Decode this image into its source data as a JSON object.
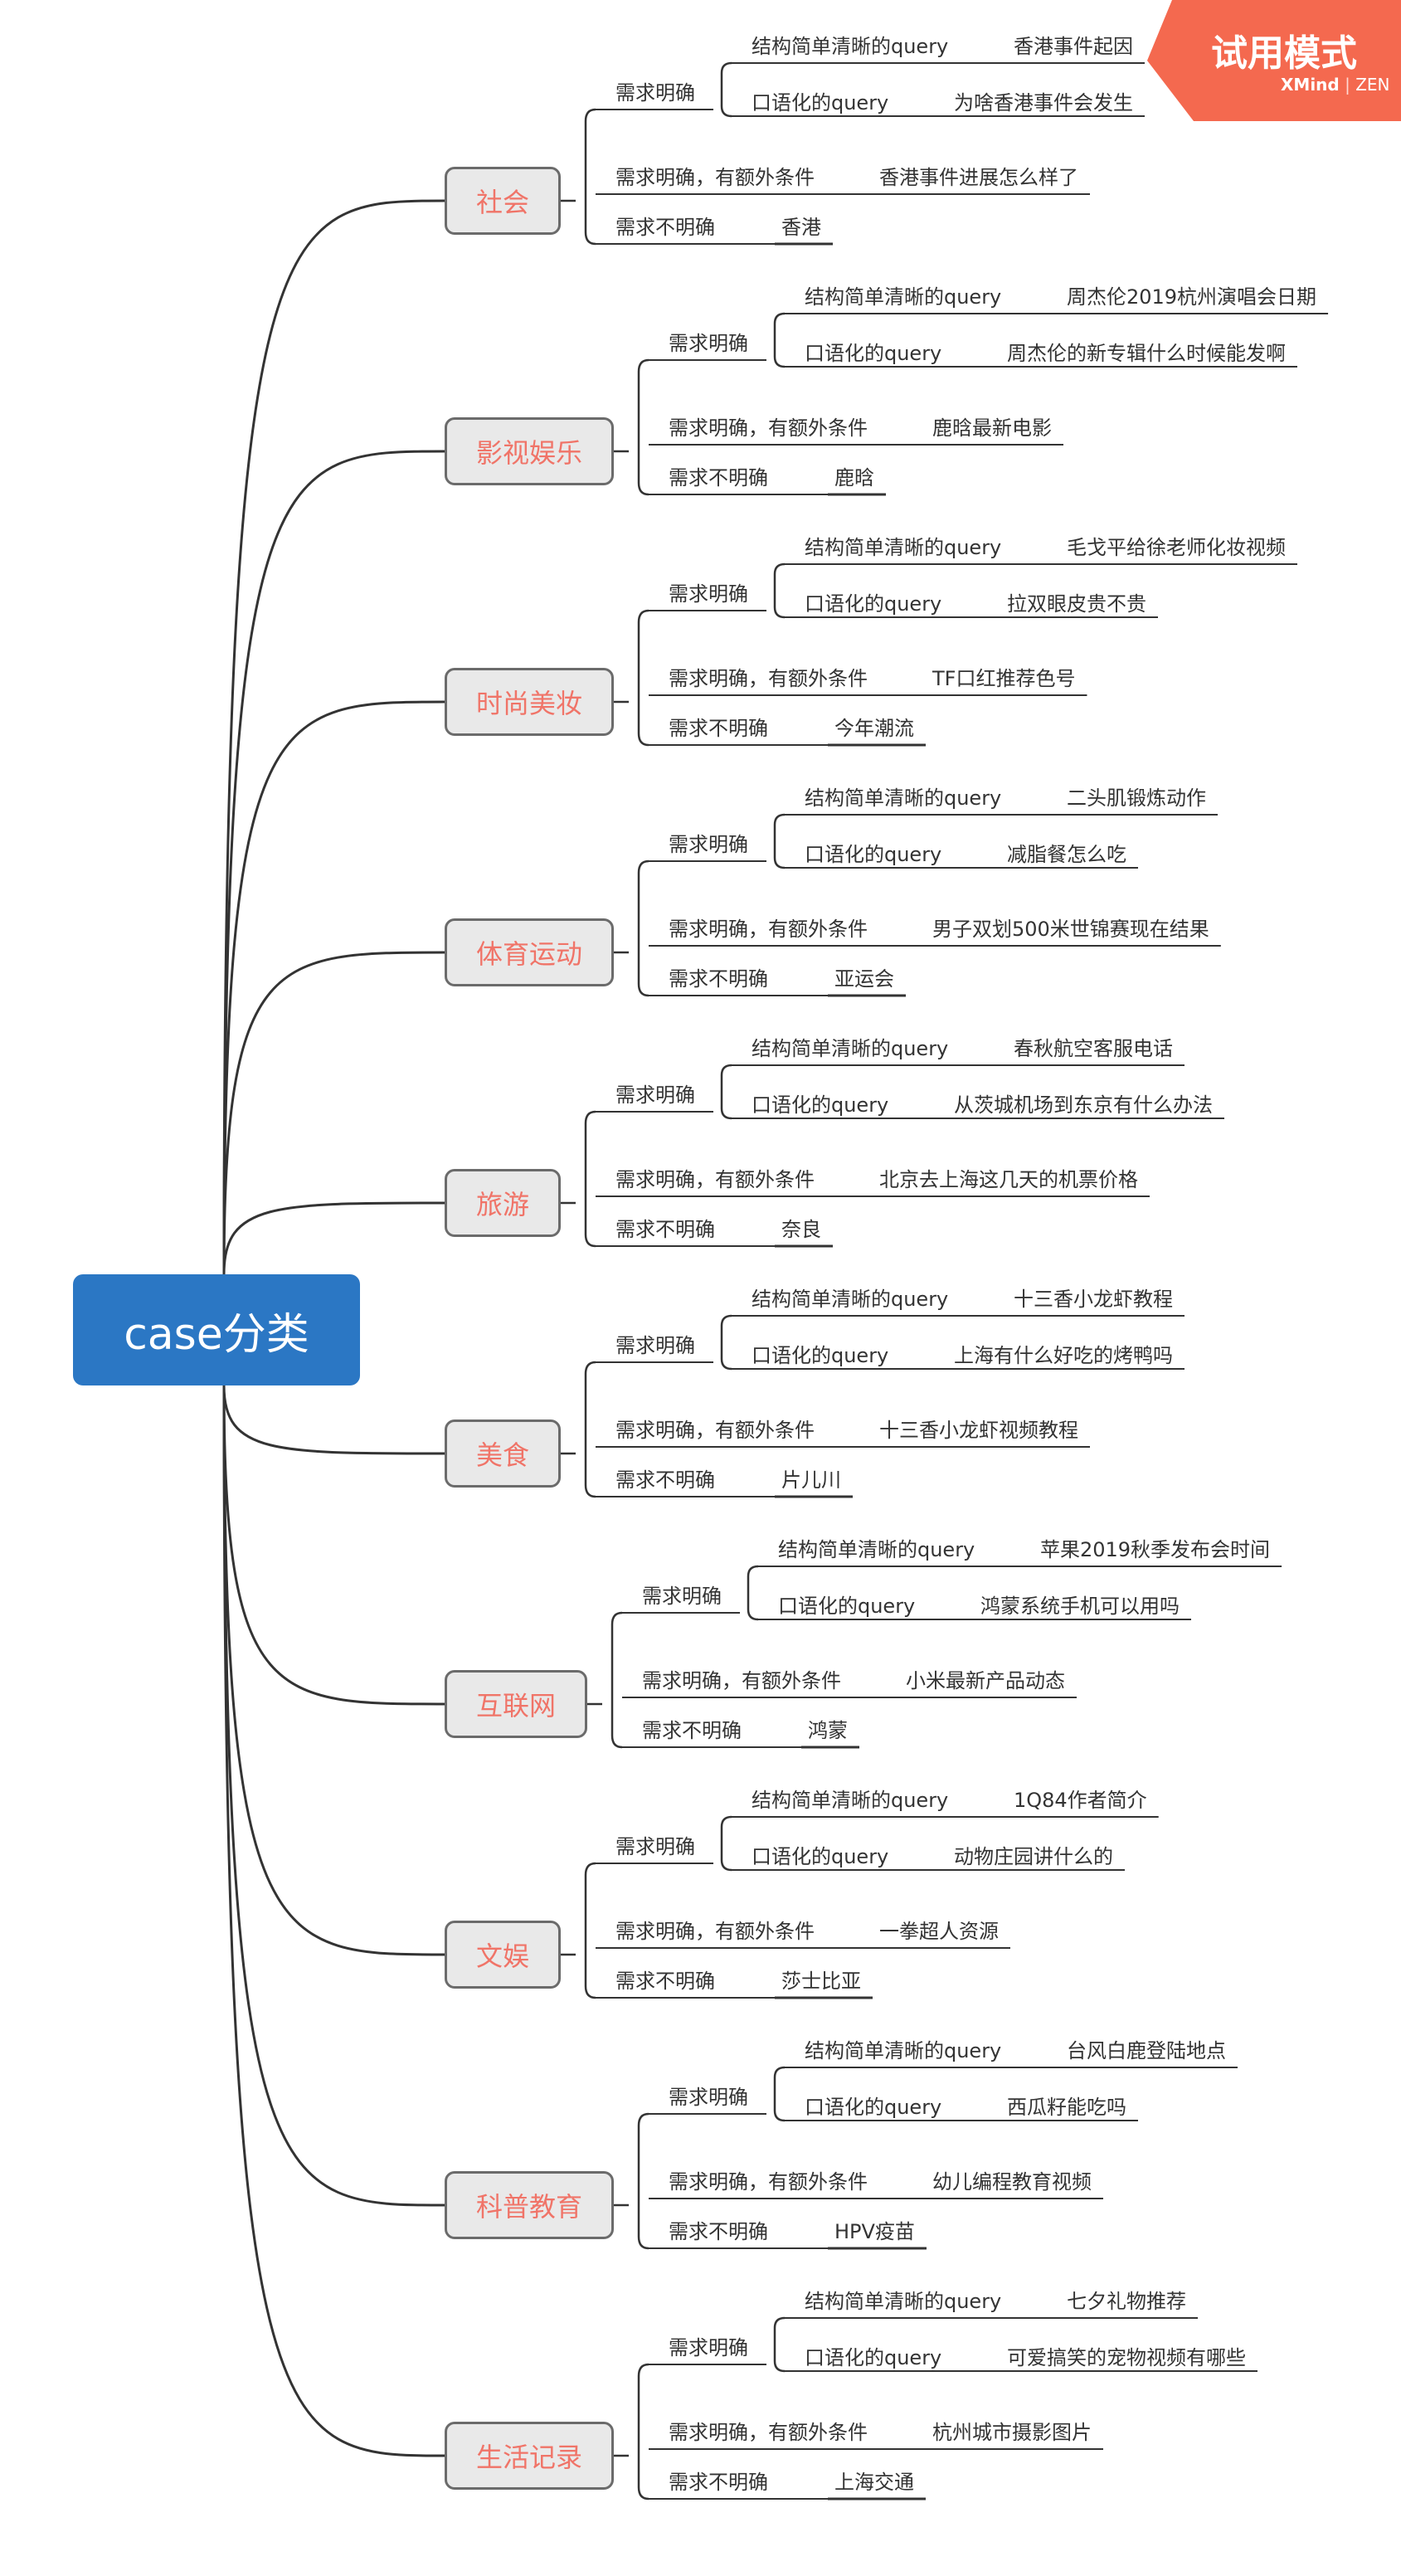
{
  "root": {
    "label": "case分类"
  },
  "badge": {
    "title": "试用模式",
    "brand": "XMind",
    "edition": "ZEN",
    "color": "#f4694f"
  },
  "colors": {
    "root": "#2b77c4",
    "topic_text": "#f07468",
    "topic_bg": "#e9e9e9",
    "line": "#333333"
  },
  "level_labels": {
    "clear": "需求明确",
    "simple": "结构简单清晰的query",
    "colloquial": "口语化的query",
    "extra": "需求明确，有额外条件",
    "unclear": "需求不明确"
  },
  "topics": [
    {
      "label": "社会",
      "simple": "香港事件起因",
      "colloquial": "为啥香港事件会发生",
      "extra": "香港事件进展怎么样了",
      "unclear": "香港"
    },
    {
      "label": "影视娱乐",
      "simple": "周杰伦2019杭州演唱会日期",
      "colloquial": "周杰伦的新专辑什么时候能发啊",
      "extra": "鹿晗最新电影",
      "unclear": "鹿晗"
    },
    {
      "label": "时尚美妆",
      "simple": "毛戈平给徐老师化妆视频",
      "colloquial": "拉双眼皮贵不贵",
      "extra": "TF口红推荐色号",
      "unclear": "今年潮流"
    },
    {
      "label": "体育运动",
      "simple": "二头肌锻炼动作",
      "colloquial": "减脂餐怎么吃",
      "extra": "男子双划500米世锦赛现在结果",
      "unclear": "亚运会"
    },
    {
      "label": "旅游",
      "simple": "春秋航空客服电话",
      "colloquial": "从茨城机场到东京有什么办法",
      "extra": "北京去上海这几天的机票价格",
      "unclear": "奈良"
    },
    {
      "label": "美食",
      "simple": "十三香小龙虾教程",
      "colloquial": "上海有什么好吃的烤鸭吗",
      "extra": "十三香小龙虾视频教程",
      "unclear": "片儿川"
    },
    {
      "label": "互联网",
      "simple": "苹果2019秋季发布会时间",
      "colloquial": "鸿蒙系统手机可以用吗",
      "extra": "小米最新产品动态",
      "unclear": "鸿蒙"
    },
    {
      "label": "文娱",
      "simple": "1Q84作者简介",
      "colloquial": "动物庄园讲什么的",
      "extra": "一拳超人资源",
      "unclear": "莎士比亚"
    },
    {
      "label": "科普教育",
      "simple": "台风白鹿登陆地点",
      "colloquial": "西瓜籽能吃吗",
      "extra": "幼儿编程教育视频",
      "unclear": "HPV疫苗"
    },
    {
      "label": "生活记录",
      "simple": "七夕礼物推荐",
      "colloquial": "可爱搞笑的宠物视频有哪些",
      "extra": "杭州城市摄影图片",
      "unclear": "上海交通"
    }
  ]
}
